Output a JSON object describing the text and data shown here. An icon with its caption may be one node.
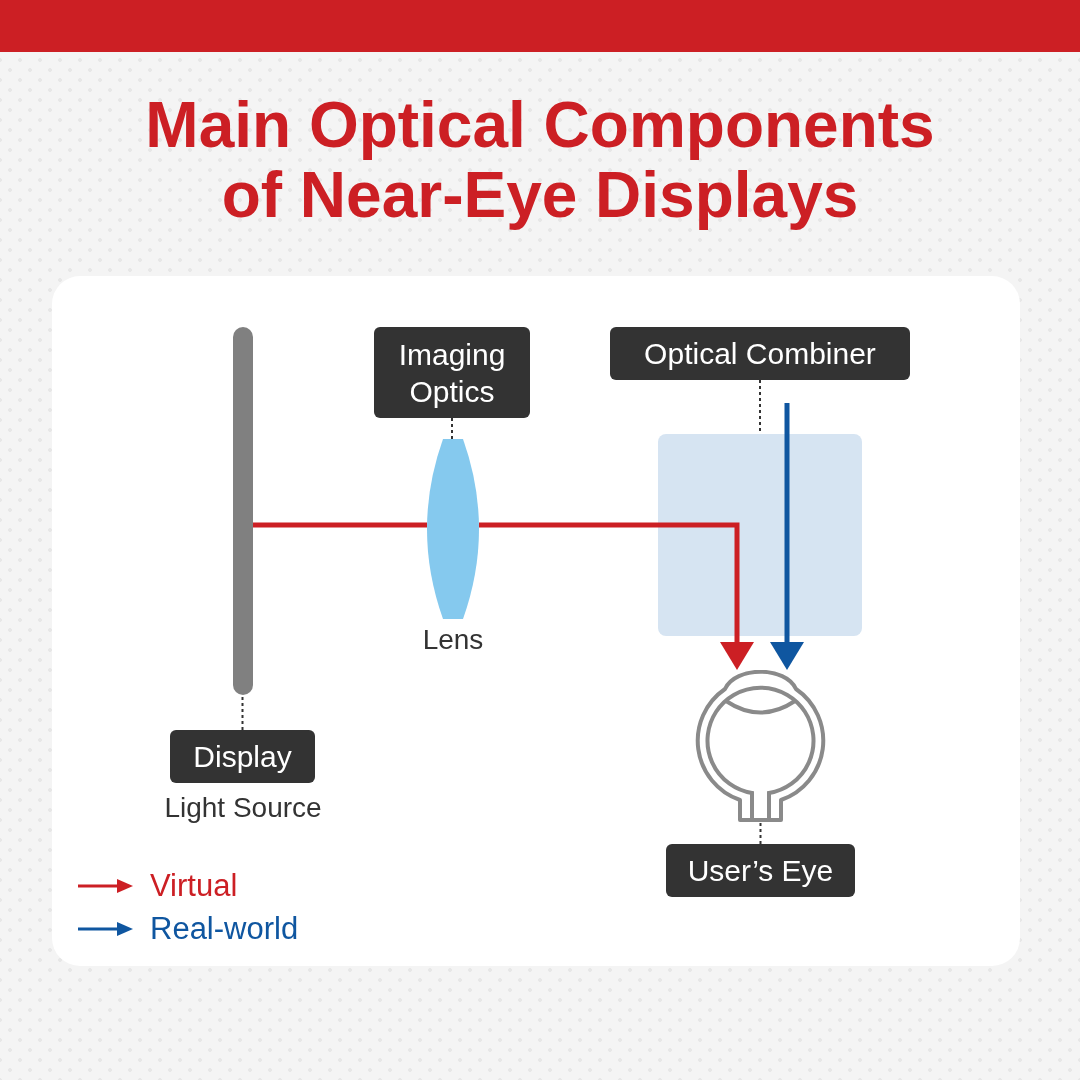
{
  "diagram": {
    "title": "Main Optical Components of Near-Eye Displays",
    "nodes": [
      {
        "text": [],
        "shape": "bar"
      },
      {
        "text": [
          "Display"
        ],
        "beside": [
          "Light Source"
        ]
      },
      {
        "text": [],
        "shape": "lens",
        "beside": [
          "Lens"
        ]
      },
      {
        "text": [
          "Imaging Optics"
        ]
      },
      {
        "text": [],
        "shape": "box"
      },
      {
        "text": [
          "Optical Combiner"
        ]
      },
      {
        "text": [],
        "shape": "picture"
      },
      {
        "text": [
          "User’s Eye"
        ]
      }
    ],
    "edges": [
      {
        "from": 1,
        "to": 0,
        "arrow": "none",
        "style": "dashed"
      },
      {
        "from": 3,
        "to": 2,
        "arrow": "none",
        "style": "dashed"
      },
      {
        "from": 5,
        "to": 4,
        "arrow": "none",
        "style": "dashed"
      },
      {
        "from": 7,
        "to": 6,
        "arrow": "none",
        "style": "dashed"
      },
      {
        "from": 0,
        "to": 2,
        "arrow": "none",
        "style": "thick",
        "color": "#cc1f24"
      },
      {
        "from": 2,
        "to": 4,
        "arrow": "none",
        "style": "thick",
        "color": "#cc1f24"
      },
      {
        "from": 4,
        "to": 6,
        "arrow": "to",
        "style": "thick",
        "color": "#cc1f24"
      },
      {
        "from": null,
        "to": 6,
        "arrow": "to",
        "style": "thick",
        "color": "#0f56a0"
      }
    ],
    "legend": [
      {
        "text": "Virtual",
        "color": "#cc1f24"
      },
      {
        "text": "Real-world",
        "color": "#0f56a0"
      }
    ]
  }
}
